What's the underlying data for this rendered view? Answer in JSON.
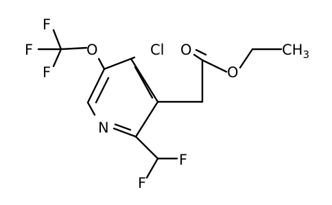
{
  "atoms": {
    "F_top": "F",
    "F_left": "F",
    "F_bottom": "F",
    "O_ether": "O",
    "Cl": "Cl",
    "O_carbonyl": "O",
    "O_ester": "O",
    "C_methyl": "CH",
    "C_methyl_subscript": "3",
    "N_ring": "N",
    "F_right": "F",
    "F_lower": "F"
  }
}
